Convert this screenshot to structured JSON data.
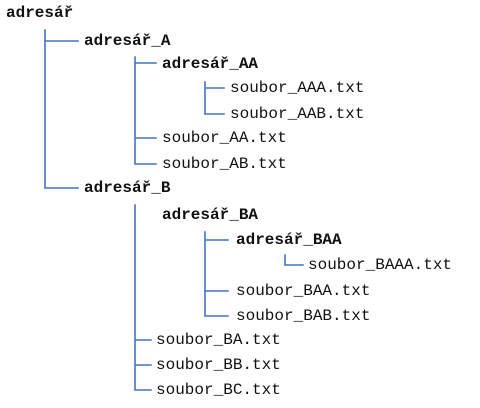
{
  "tree": {
    "root": {
      "label": "adresář"
    },
    "folder_a": {
      "label": "adresář_A"
    },
    "folder_aa": {
      "label": "adresář_AA"
    },
    "file_aaa": {
      "label": "soubor_AAA.txt"
    },
    "file_aab": {
      "label": "soubor_AAB.txt"
    },
    "file_aa": {
      "label": "soubor_AA.txt"
    },
    "file_ab": {
      "label": "soubor_AB.txt"
    },
    "folder_b": {
      "label": "adresář_B"
    },
    "folder_ba": {
      "label": "adresář_BA"
    },
    "folder_baa": {
      "label": "adresář_BAA"
    },
    "file_baaa": {
      "label": "soubor_BAAA.txt"
    },
    "file_baa": {
      "label": "soubor_BAA.txt"
    },
    "file_bab": {
      "label": "soubor_BAB.txt"
    },
    "file_ba": {
      "label": "soubor_BA.txt"
    },
    "file_bb": {
      "label": "soubor_BB.txt"
    },
    "file_bc": {
      "label": "soubor_BC.txt"
    }
  },
  "colors": {
    "connector": "#4472c4",
    "text": "#111111"
  }
}
